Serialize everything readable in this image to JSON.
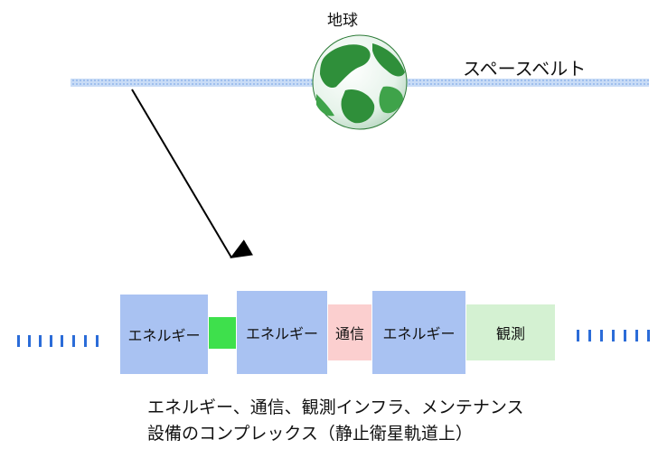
{
  "labels": {
    "earth": "地球",
    "space_belt": "スペースベルト"
  },
  "modules": [
    {
      "label": "エネルギー",
      "kind": "energy"
    },
    {
      "label": "",
      "kind": "connector"
    },
    {
      "label": "エネルギー",
      "kind": "energy"
    },
    {
      "label": "通信",
      "kind": "communication"
    },
    {
      "label": "エネルギー",
      "kind": "energy"
    },
    {
      "label": "観測",
      "kind": "observation"
    }
  ],
  "caption": {
    "line1": "エネルギー、通信、観測インフラ、メンテナンス",
    "line2": "設備のコンプレックス（静止衛星軌道上）"
  },
  "colors": {
    "energy": "#a9c2f2",
    "connector": "#3ee04c",
    "communication": "#fbcfcf",
    "observation": "#d4f1d2",
    "belt": "#b3cdf2",
    "dashes": "#2b6cd8",
    "earth_land": "#2f8f3a",
    "earth_sea": "#f2f8f4"
  }
}
